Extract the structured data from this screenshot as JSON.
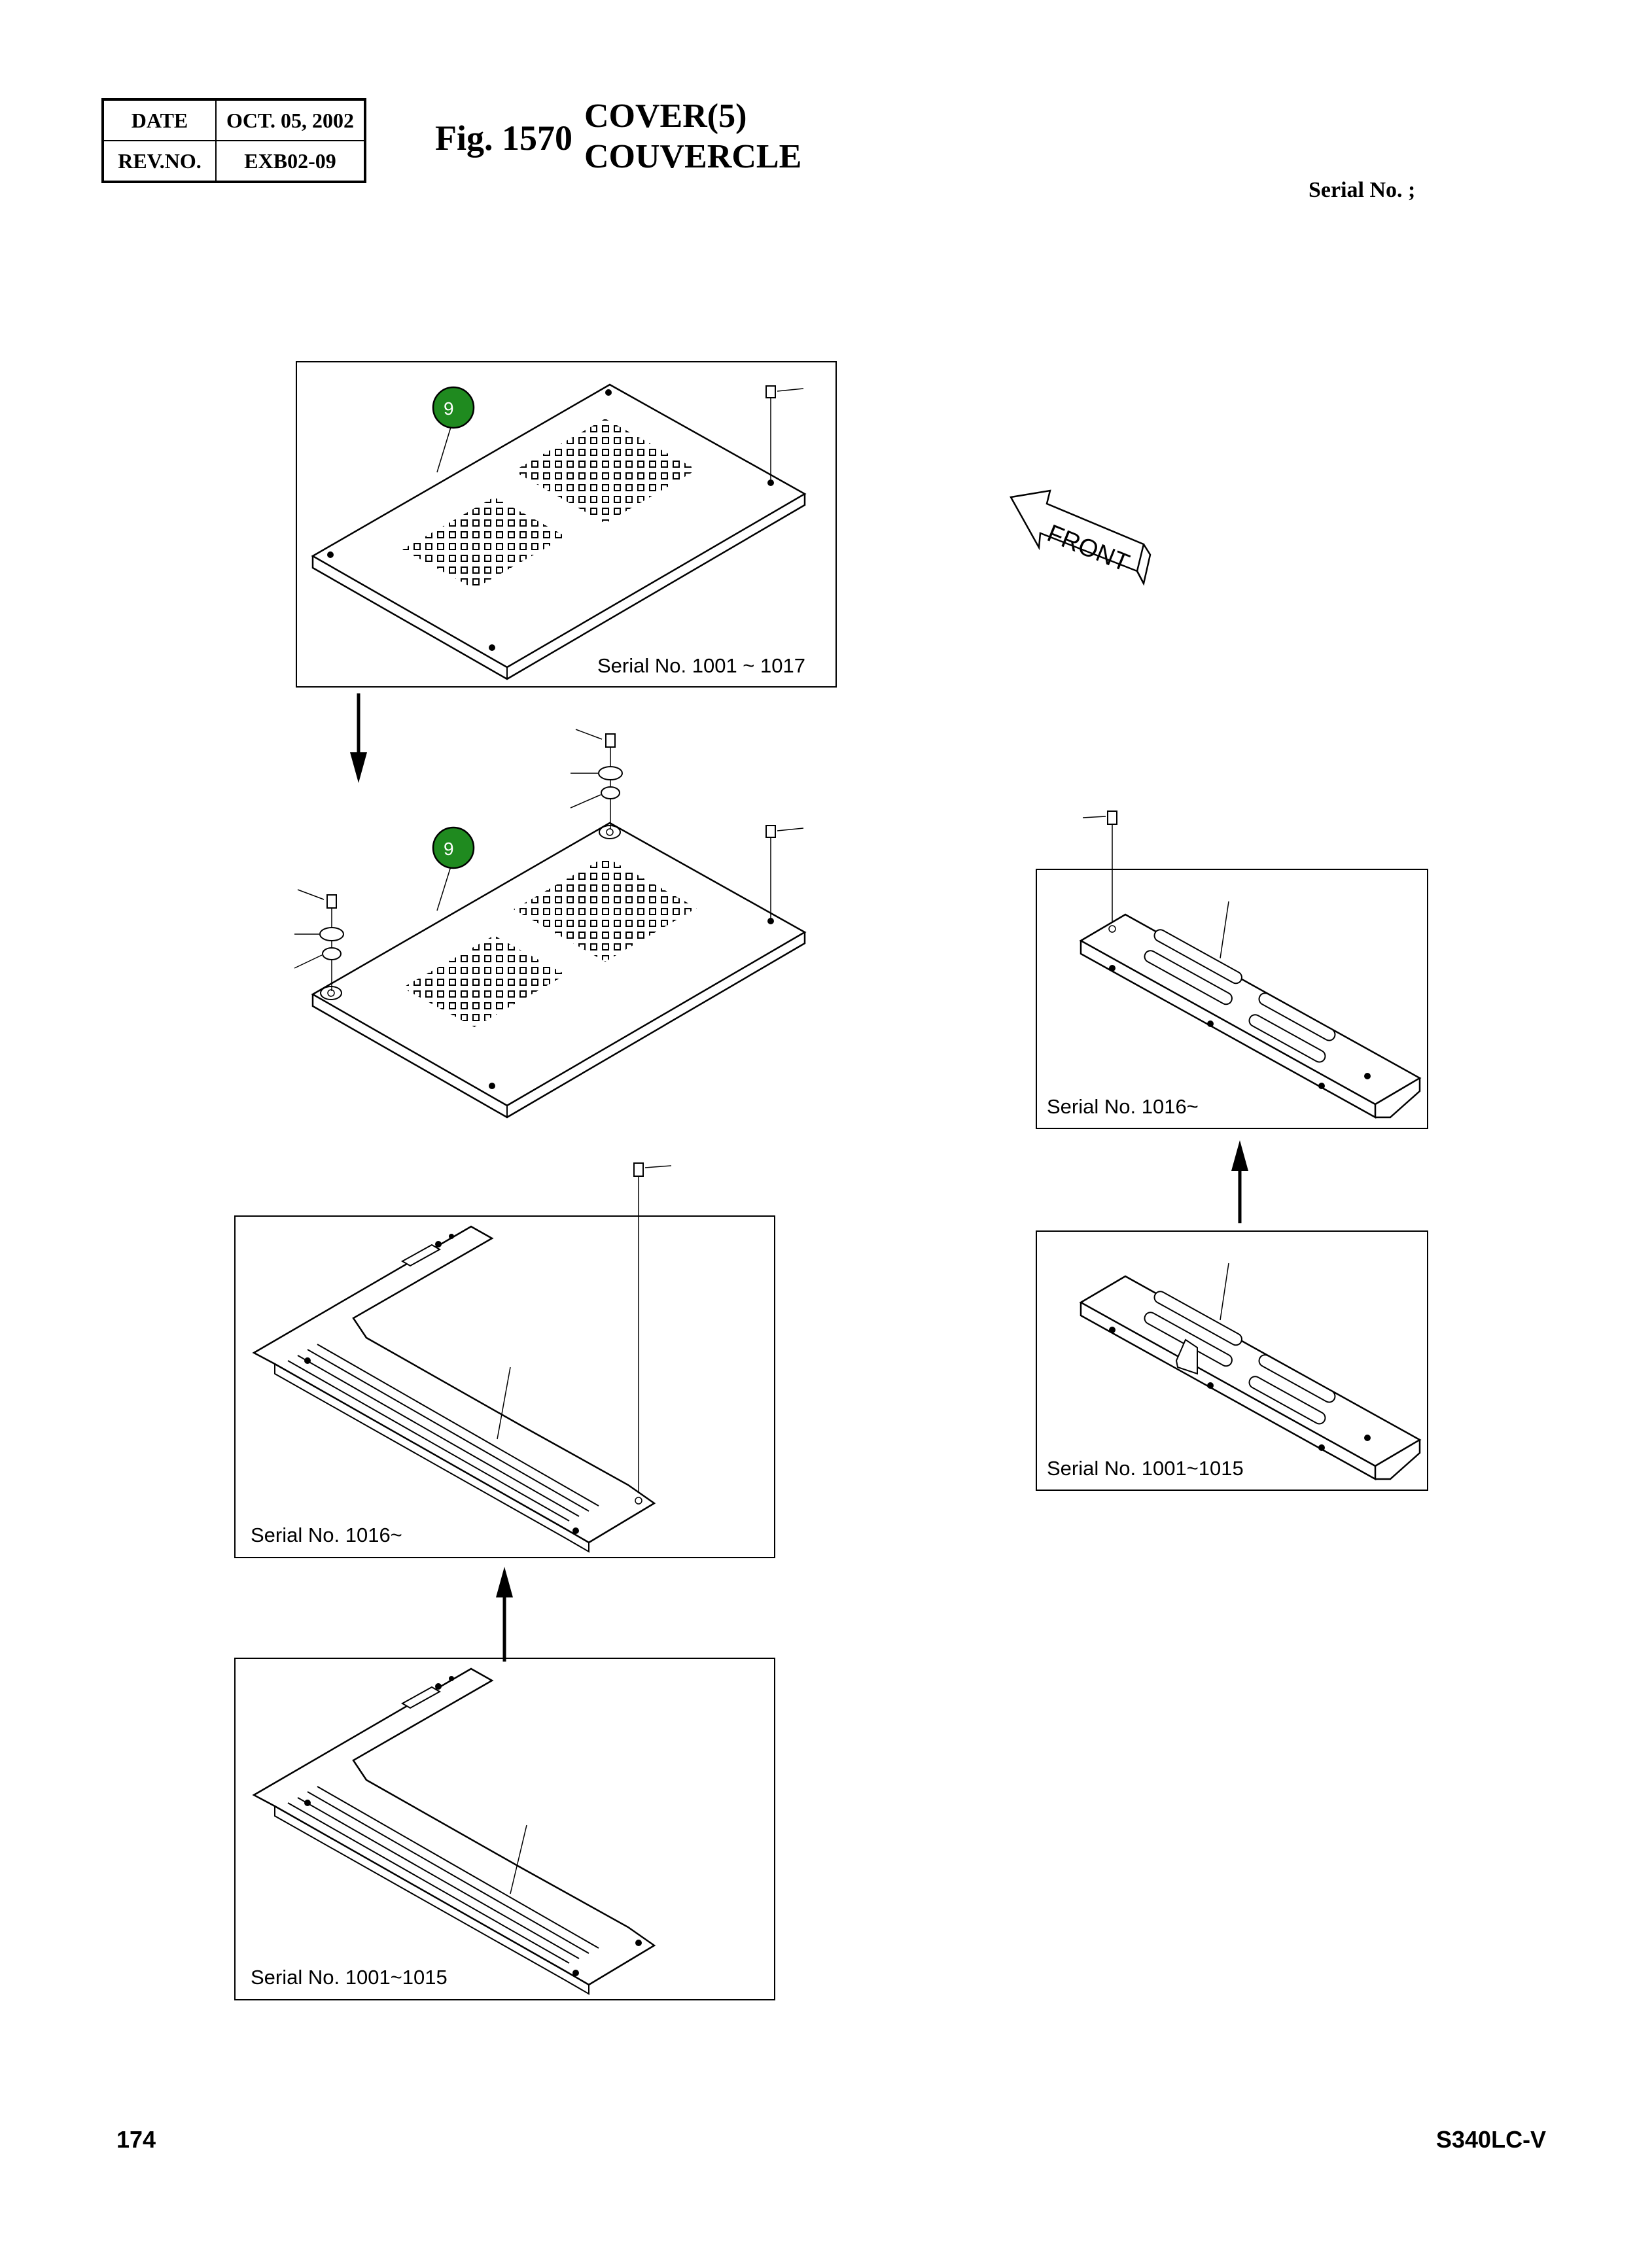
{
  "header": {
    "date_label": "DATE",
    "date_value": "OCT. 05, 2002",
    "rev_label": "REV.NO.",
    "rev_value": "EXB02-09"
  },
  "figure": {
    "label": "Fig. 1570",
    "title_en": "COVER(5)",
    "title_fr": "COUVERCLE"
  },
  "serial_header": "Serial No. ;",
  "front_label": "FRONT",
  "callouts": [
    "9",
    "9"
  ],
  "panels": [
    {
      "caption": "Serial No. 1001 ~ 1017"
    },
    {
      "caption": "Serial No. 1016~"
    },
    {
      "caption": "Serial No. 1001~1015"
    },
    {
      "caption": "Serial No. 1016~"
    },
    {
      "caption": "Serial No. 1001~1015"
    }
  ],
  "footer": {
    "page_number": "174",
    "model": "S340LC-V"
  },
  "colors": {
    "callout_fill": "#1f8a1f",
    "line": "#000000"
  }
}
